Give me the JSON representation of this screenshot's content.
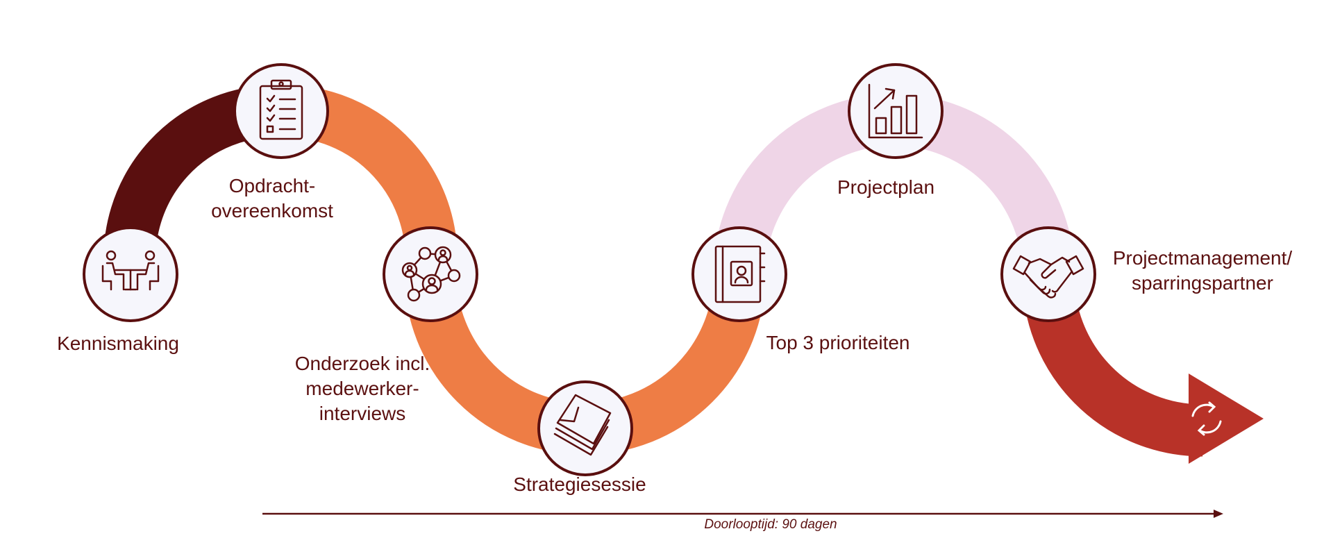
{
  "colors": {
    "dark": "#5a0f0f",
    "orange": "#ee7d45",
    "pink": "#efd5e7",
    "red": "#b83228",
    "outline": "#5a0f0f",
    "circle_fill": "#f6f6fc"
  },
  "steps": [
    {
      "label": "Kennismaking",
      "icon": "meeting-icon"
    },
    {
      "label": "Opdracht-\novereenkomst",
      "icon": "clipboard-checklist-icon"
    },
    {
      "label": "Onderzoek incl.\nmedewerker-\ninterviews",
      "icon": "network-people-icon"
    },
    {
      "label": "Strategiesessie",
      "icon": "sticky-notes-icon"
    },
    {
      "label": "Top 3 prioriteiten",
      "icon": "contact-book-icon"
    },
    {
      "label": "Projectplan",
      "icon": "bar-chart-growth-icon"
    },
    {
      "label": "Projectmanagement/\nsparringspartner",
      "icon": "handshake-icon"
    }
  ],
  "end_icon": "refresh-cycle-icon",
  "timeline": {
    "label": "Doorlooptijd: 90 dagen"
  }
}
